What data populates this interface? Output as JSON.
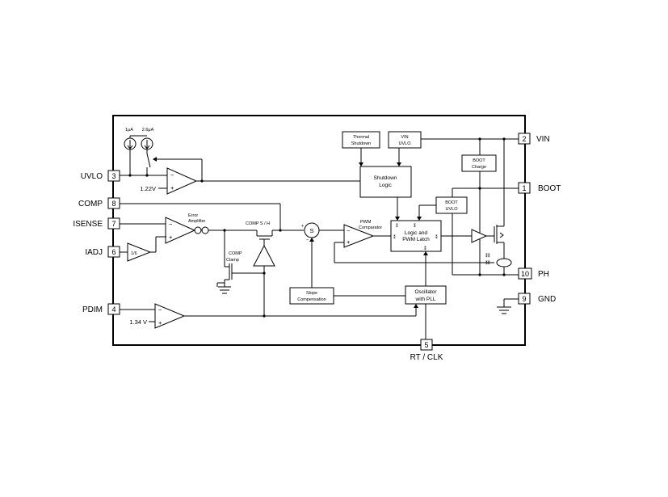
{
  "pins": {
    "uvlo": {
      "label": "UVLO",
      "num": "3"
    },
    "comp": {
      "label": "COMP",
      "num": "8"
    },
    "isense": {
      "label": "ISENSE",
      "num": "7"
    },
    "iadj": {
      "label": "IADJ",
      "num": "6"
    },
    "pdim": {
      "label": "PDIM",
      "num": "4"
    },
    "vin": {
      "label": "VIN",
      "num": "2"
    },
    "boot": {
      "label": "BOOT",
      "num": "1"
    },
    "ph": {
      "label": "PH",
      "num": "10"
    },
    "gnd": {
      "label": "GND",
      "num": "9"
    },
    "rtclk": {
      "label": "RT / CLK",
      "num": "5"
    }
  },
  "blocks": {
    "thermal_l1": "Thermal",
    "thermal_l2": "Shutdown",
    "vinuvlo_l1": "VIN",
    "vinuvlo_l2": "UVLO",
    "shutdown_l1": "Shutdown",
    "shutdown_l2": "Logic",
    "bootcharge_l1": "BOOT",
    "bootcharge_l2": "Charge",
    "bootuvlo_l1": "BOOT",
    "bootuvlo_l2": "UVLO",
    "latch_l1": "Logic and",
    "latch_l2": "PWM Latch",
    "slope_l1": "Slope",
    "slope_l2": "Compensation",
    "osc_l1": "Oscillator",
    "osc_l2": "with PLL"
  },
  "labels": {
    "i1": "1μA",
    "i2": "2.6μA",
    "ref_uvlo": "1.22V",
    "ref_pdim": "1.34 V",
    "err_amp_l1": "Error",
    "err_amp_l2": "Amplifier",
    "comp_sh": "COMP S / H",
    "comp_clamp_l1": "COMP",
    "comp_clamp_l2": "Clamp",
    "pwm_comp": "PWM",
    "pwm_comp_2": "Comparator",
    "divider": "1/6",
    "summer": "S",
    "minus": "−",
    "plus": "+"
  }
}
